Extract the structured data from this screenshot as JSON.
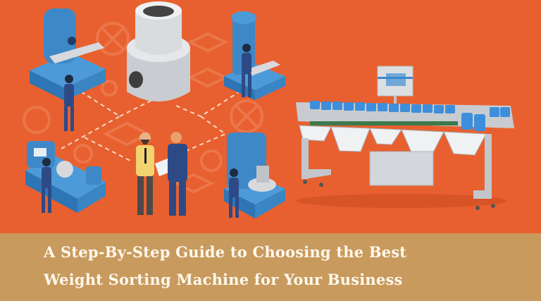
{
  "banner": {
    "colors": {
      "background": "#E8602F",
      "caption_background": "#C89A5E",
      "caption_text": "#FFF8EC",
      "machine_blue": "#3E88C8",
      "worker_navy": "#2E4A86",
      "steel": "#D9DCDF"
    },
    "illustration_left": {
      "subject": "isometric factory workers operating machining equipment around a cylindrical part",
      "elements": [
        "milling-machine",
        "drill-press",
        "lathe",
        "press-machine",
        "cylindrical-part",
        "engineer-with-blueprint",
        "worker"
      ]
    },
    "illustration_right": {
      "subject": "stainless steel multi-lane weight sorting machine with blue buckets and touchscreen control panel"
    },
    "caption": {
      "line1": "A Step-By-Step Guide to Choosing the Best",
      "line2": "Weight Sorting Machine for Your Business"
    }
  }
}
